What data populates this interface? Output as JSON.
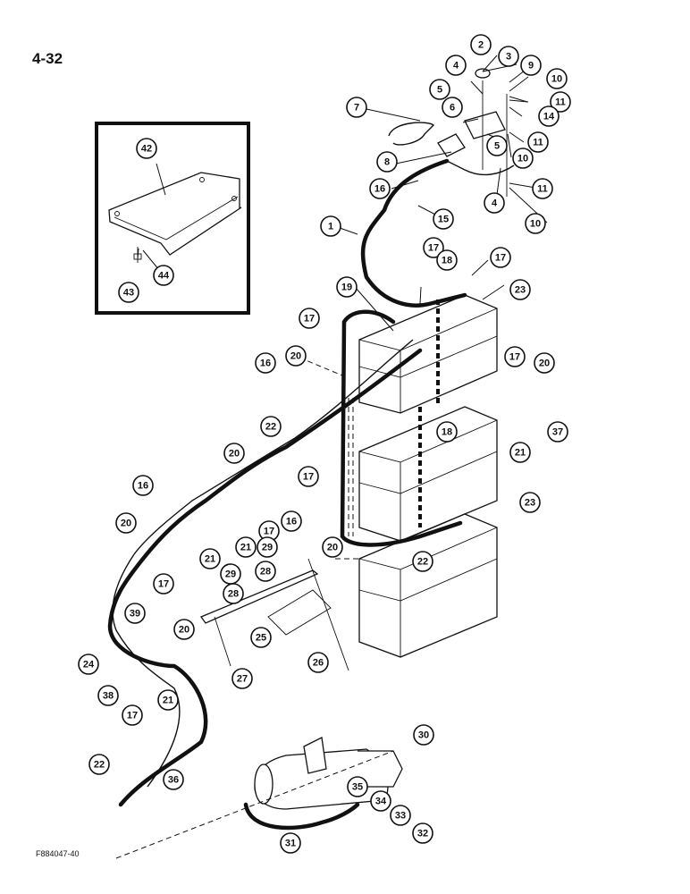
{
  "page_number": "4-32",
  "figure_code": "F884047-40",
  "callouts": [
    "1",
    "2",
    "3",
    "4",
    "4",
    "5",
    "5",
    "6",
    "7",
    "8",
    "9",
    "10",
    "10",
    "10",
    "11",
    "11",
    "11",
    "14",
    "15",
    "16",
    "16",
    "16",
    "16",
    "17",
    "17",
    "17",
    "17",
    "17",
    "17",
    "17",
    "17",
    "18",
    "18",
    "19",
    "20",
    "20",
    "20",
    "20",
    "20",
    "20",
    "21",
    "21",
    "21",
    "21",
    "22",
    "22",
    "22",
    "23",
    "23",
    "24",
    "25",
    "26",
    "27",
    "28",
    "28",
    "29",
    "29",
    "30",
    "31",
    "32",
    "33",
    "34",
    "35",
    "36",
    "37",
    "38",
    "39",
    "42",
    "43",
    "44"
  ]
}
